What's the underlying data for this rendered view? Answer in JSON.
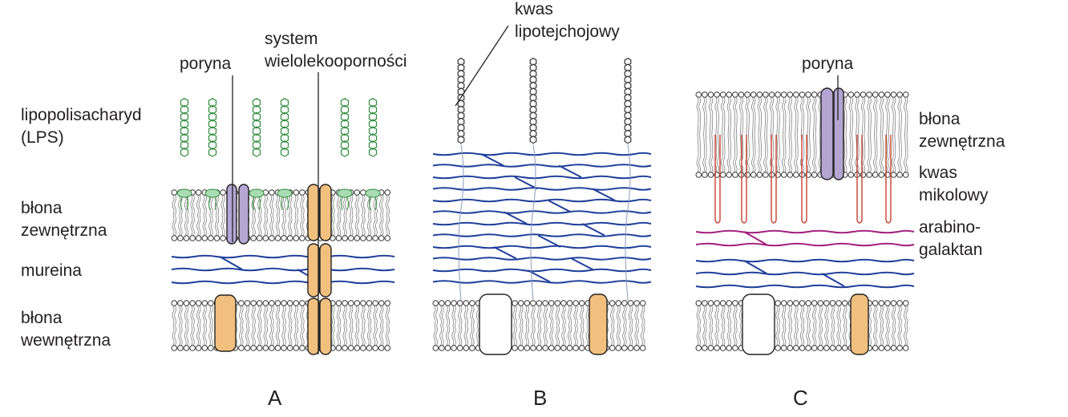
{
  "colors": {
    "text": "#231f20",
    "lipid": "#7f7f7f",
    "murein": "#1f3f9a",
    "lps": "#2e8b3a",
    "lps_fill": "#a9dcb4",
    "porin_fill": "#b3a6d3",
    "pump_fill": "#f2c07e",
    "lta": "#333333",
    "mycolic": "#c8402f",
    "arabinogalactan": "#a3207f"
  },
  "panels": {
    "A": {
      "label": "A",
      "labels": {
        "lps_line1": "lipopolisacharyd",
        "lps_line2": "(LPS)",
        "outer_line1": "błona",
        "outer_line2": "zewnętrzna",
        "murein": "mureina",
        "inner_line1": "błona",
        "inner_line2": "wewnętrzna",
        "porin": "poryna",
        "mdr_line1": "system",
        "mdr_line2": "wielolekooporności"
      }
    },
    "B": {
      "label": "B",
      "labels": {
        "lta_line1": "kwas",
        "lta_line2": "lipotejchojowy"
      }
    },
    "C": {
      "label": "C",
      "labels": {
        "porin": "poryna",
        "outer_line1": "błona",
        "outer_line2": "zewnętrzna",
        "mycolic_line1": "kwas",
        "mycolic_line2": "mikolowy",
        "arab_line1": "arabino-",
        "arab_line2": "galaktan"
      }
    }
  }
}
